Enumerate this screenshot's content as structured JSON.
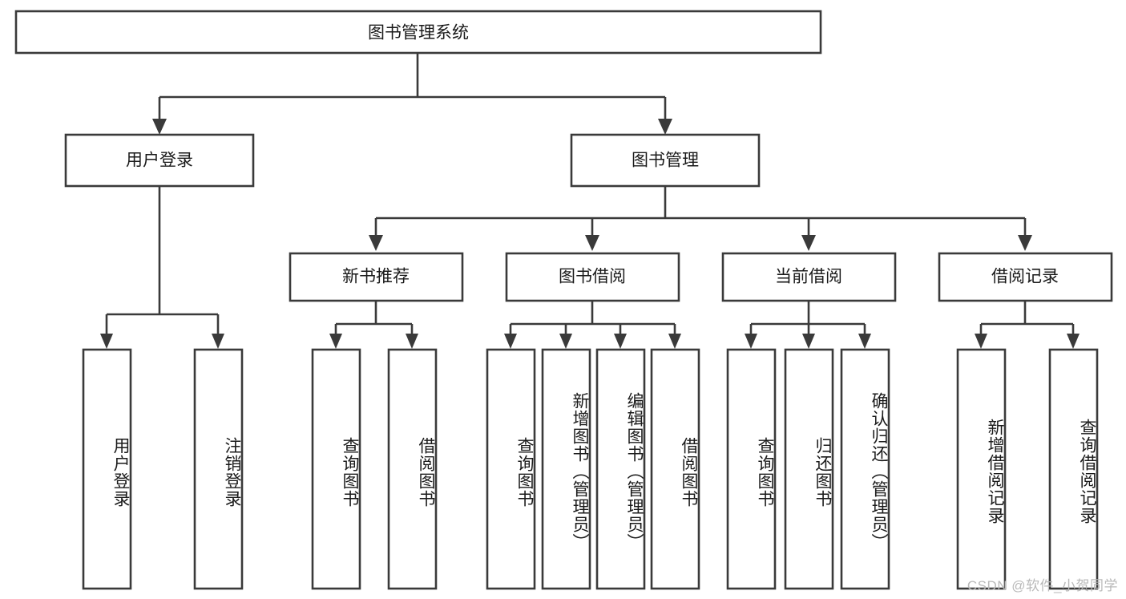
{
  "diagram": {
    "title": "图书管理系统",
    "watermark": "CSDN @软件_小贺同学",
    "colors": {
      "stroke": "#3a3a3a",
      "box_fill": "#ffffff",
      "text": "#1a1a1a",
      "background": "#ffffff",
      "watermark": "#b9b9b9"
    },
    "nodes": {
      "root": {
        "label": "图书管理系统"
      },
      "level2": [
        {
          "id": "user-login",
          "label": "用户登录"
        },
        {
          "id": "book-management",
          "label": "图书管理"
        }
      ],
      "level3": [
        {
          "id": "new-book-recommend",
          "label": "新书推荐"
        },
        {
          "id": "book-borrow",
          "label": "图书借阅"
        },
        {
          "id": "current-borrow",
          "label": "当前借阅"
        },
        {
          "id": "borrow-record",
          "label": "借阅记录"
        }
      ],
      "leaves": {
        "user_login": [
          {
            "id": "leaf-user-login",
            "label": "用户登录"
          },
          {
            "id": "leaf-user-logout",
            "label": "注销登录"
          }
        ],
        "new_book_recommend": [
          {
            "id": "leaf-query-book-1",
            "label": "查询图书"
          },
          {
            "id": "leaf-borrow-book-1",
            "label": "借阅图书"
          }
        ],
        "book_borrow": [
          {
            "id": "leaf-query-book-2",
            "label": "查询图书"
          },
          {
            "id": "leaf-add-book",
            "label": "新增图书（管理员）"
          },
          {
            "id": "leaf-edit-book",
            "label": "编辑图书（管理员）"
          },
          {
            "id": "leaf-borrow-book-2",
            "label": "借阅图书"
          }
        ],
        "current_borrow": [
          {
            "id": "leaf-query-book-3",
            "label": "查询图书"
          },
          {
            "id": "leaf-return-book",
            "label": "归还图书"
          },
          {
            "id": "leaf-confirm-return",
            "label": "确认归还（管理员）"
          }
        ],
        "borrow_record": [
          {
            "id": "leaf-add-borrow-record",
            "label": "新增借阅记录"
          },
          {
            "id": "leaf-query-borrow-record",
            "label": "查询借阅记录"
          }
        ]
      }
    }
  }
}
